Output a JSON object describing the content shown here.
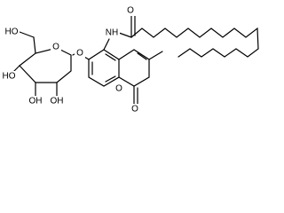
{
  "atom_labels": {
    "amide_nh": "NH",
    "amide_o": "O",
    "ring_o_sugar": "O",
    "glycosidic_o": "O",
    "oh_c6": "HO",
    "oh_c4": "HO",
    "oh_c3": "OH",
    "oh_c2": "OH",
    "coumarin_ring_o": "O",
    "coumarin_carbonyl_o": "O"
  }
}
